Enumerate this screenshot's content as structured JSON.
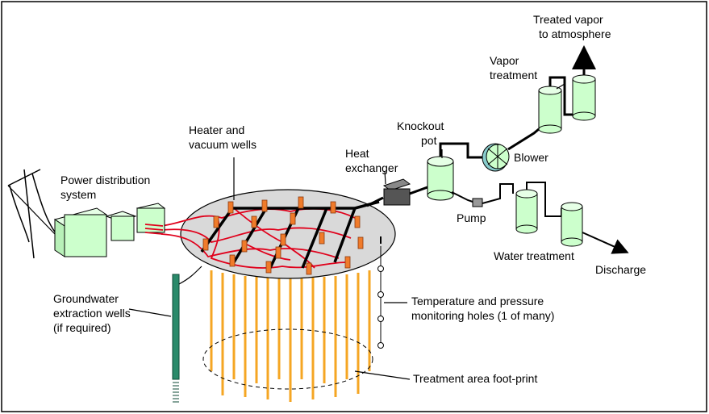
{
  "labels": {
    "treated_vapor": [
      "Treated vapor",
      "to atmosphere"
    ],
    "vapor_treatment": [
      "Vapor",
      "treatment"
    ],
    "knockout_pot": [
      "Knockout",
      "pot"
    ],
    "heater_vacuum": [
      "Heater and",
      "vacuum wells"
    ],
    "heat_exchanger": [
      "Heat",
      "exchanger"
    ],
    "blower": "Blower",
    "power_distribution": [
      "Power distribution",
      "system"
    ],
    "pump": "Pump",
    "water_treatment": "Water treatment",
    "discharge": "Discharge",
    "groundwater": [
      "Groundwater",
      "extraction wells",
      "(if required)"
    ],
    "monitoring": [
      "Temperature and pressure",
      "monitoring holes (1 of many)"
    ],
    "footprint": "Treatment area foot-print"
  },
  "colors": {
    "equipment_green": "#ccffcc",
    "disc_gray": "#d9d9d9",
    "heater_red": "#e0001b",
    "well_orange": "#f5a623",
    "well_cap": "#f07b2a",
    "gw_well": "#2a8a6a",
    "heat_exchanger": "#555555"
  }
}
